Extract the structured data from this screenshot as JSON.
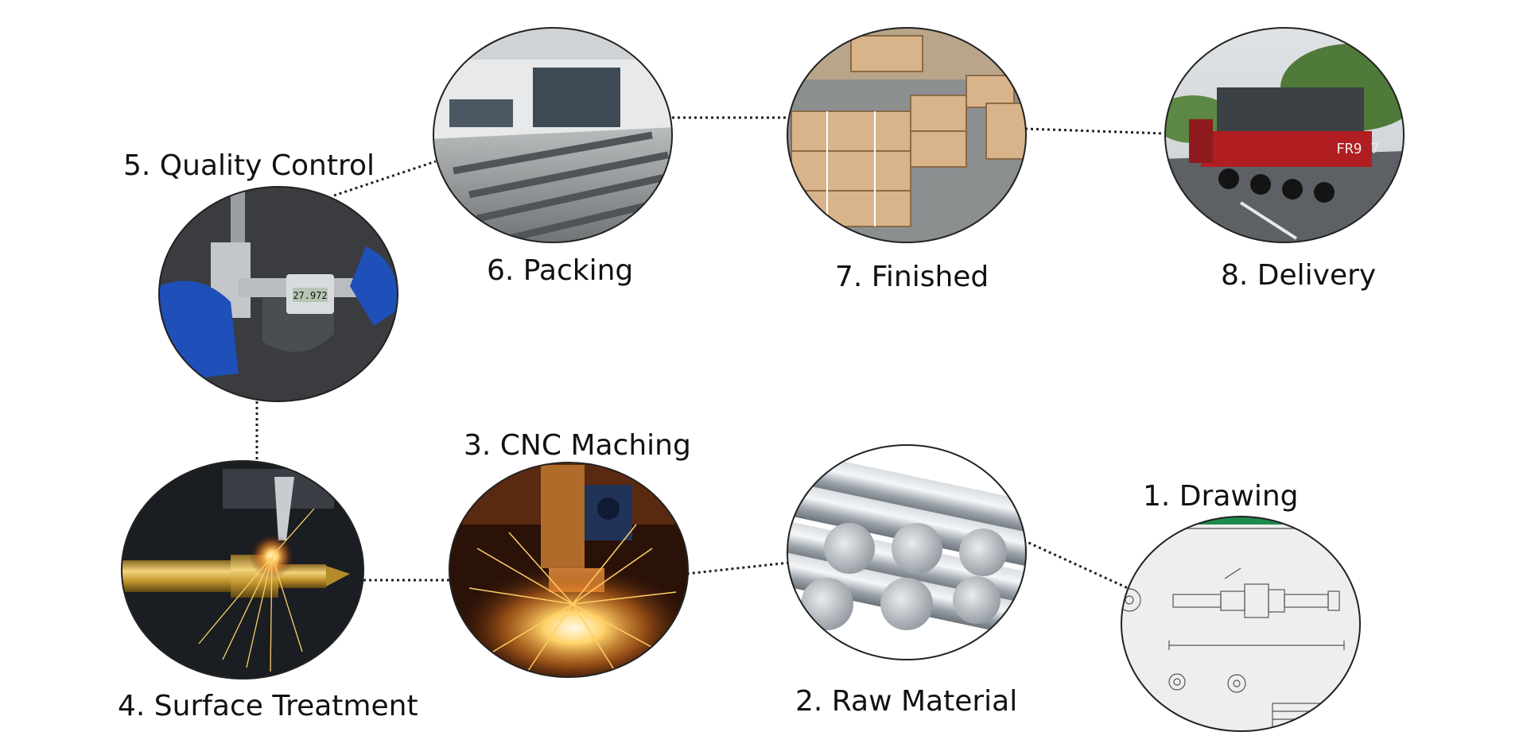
{
  "diagram": {
    "title": "",
    "steps": [
      {
        "id": "drawing",
        "label": "1. Drawing",
        "icon": "technical-drawing-photo"
      },
      {
        "id": "raw-material",
        "label": "2. Raw Material",
        "icon": "steel-rods-photo"
      },
      {
        "id": "cnc-machining",
        "label": "3. CNC Maching",
        "icon": "cnc-sparks-photo"
      },
      {
        "id": "surface-treatment",
        "label": "4. Surface Treatment",
        "icon": "brass-shaft-sparks-photo"
      },
      {
        "id": "quality-control",
        "label": "5. Quality Control",
        "icon": "micrometer-measurement-photo"
      },
      {
        "id": "packing",
        "label": "6. Packing",
        "icon": "warehouse-rods-photo"
      },
      {
        "id": "finished",
        "label": "7. Finished",
        "icon": "wooden-crates-photo"
      },
      {
        "id": "delivery",
        "label": "8. Delivery",
        "icon": "truck-delivery-photo"
      }
    ],
    "connector_style": "dotted",
    "micrometer_readout": "27.972",
    "truck_plate": "FR9 7"
  }
}
